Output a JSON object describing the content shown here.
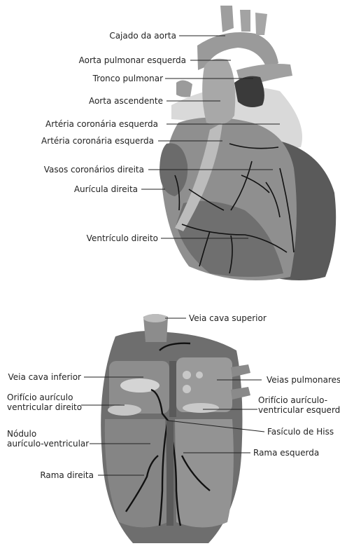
{
  "figure_top": {
    "labels": {
      "cajado_aorta": "Cajado da aorta",
      "aorta_pulmonar_esquerda": "Aorta pulmonar esquerda",
      "tronco_pulmonar": "Tronco pulmonar",
      "aorta_ascendente": "Aorta ascendente",
      "arteria_coronaria_esquerda_1": "Artéria coronária esquerda",
      "arteria_coronaria_esquerda_2": "Artéria coronária esquerda",
      "vasos_coronarios_direita": "Vasos coronários direita",
      "auricula_direita": "Aurícula direita",
      "ventriculo_direito": "Ventrículo direito"
    }
  },
  "figure_bottom": {
    "labels": {
      "veia_cava_superior": "Veia cava superior",
      "veia_cava_inferior": "Veia cava inferior",
      "veias_pulmonares": "Veias pulmonares",
      "orificio_av_direito_1": "Orifício aurículo",
      "orificio_av_direito_2": "ventricular direito",
      "orificio_av_esquerdo_1": "Orifício aurículo-",
      "orificio_av_esquerdo_2": "ventricular esquerdo",
      "fasciculo_hiss": "Fasículo de Hiss",
      "nodulo_1": "Nódulo",
      "nodulo_2": "aurículo-ventricular",
      "rama_esquerda": "Rama esquerda",
      "rama_direita": "Rama direita"
    }
  },
  "colors": {
    "line": "#222222",
    "shade_light": "#bdbdbd",
    "shade_mid": "#8a8a8a",
    "shade_dark": "#4a4a4a",
    "vessel": "#111111"
  }
}
